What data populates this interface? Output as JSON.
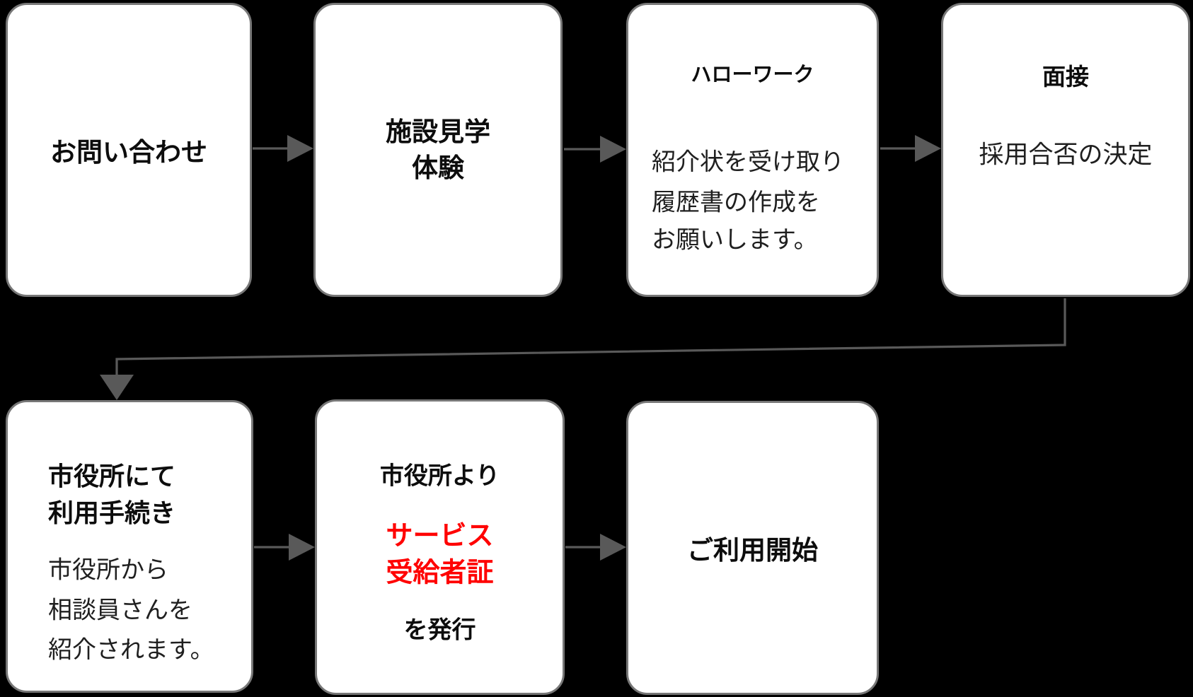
{
  "colors": {
    "background": "#000000",
    "box_fill": "#ffffff",
    "box_border": "#777777",
    "arrow": "#595959",
    "text_strong": "#0d0d0d",
    "text_body": "#1f1f1f",
    "highlight_red": "#ff0000"
  },
  "steps": {
    "contact": {
      "title": "お問い合わせ"
    },
    "tour": {
      "title_line1": "施設見学",
      "title_line2": "体験"
    },
    "hellowork": {
      "title": "ハローワーク",
      "body_line1": "紹介状を受け取り",
      "body_line2": "履歴書の作成を",
      "body_line3": "お願いします。"
    },
    "interview": {
      "title": "面接",
      "body": "採用合否の決定"
    },
    "city_hall": {
      "title_line1": "市役所にて",
      "title_line2": "利用手続き",
      "body_line1": "市役所から",
      "body_line2": "相談員さんを",
      "body_line3": "紹介されます。"
    },
    "certificate": {
      "prefix": "市役所より",
      "highlight_line1": "サービス",
      "highlight_line2": "受給者証",
      "suffix": "を発行"
    },
    "start": {
      "title": "ご利用開始"
    }
  },
  "connections": [
    {
      "from": "contact",
      "to": "tour"
    },
    {
      "from": "tour",
      "to": "hellowork"
    },
    {
      "from": "hellowork",
      "to": "interview"
    },
    {
      "from": "interview",
      "to": "city_hall"
    },
    {
      "from": "city_hall",
      "to": "certificate"
    },
    {
      "from": "certificate",
      "to": "start"
    }
  ]
}
